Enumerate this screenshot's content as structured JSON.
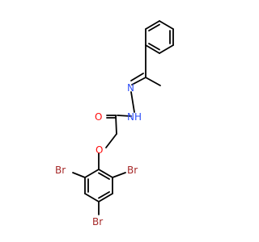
{
  "atoms": {
    "O_carbonyl": {
      "label": "O",
      "color": "#ff0d0d"
    },
    "NH": {
      "label": "NH",
      "color": "#3050f8"
    },
    "N_imine": {
      "label": "N",
      "color": "#3050f8"
    },
    "O_ether": {
      "label": "O",
      "color": "#ff0d0d"
    },
    "Br_left": {
      "label": "Br",
      "color": "#a62929"
    },
    "Br_right": {
      "label": "Br",
      "color": "#a62929"
    },
    "Br_bottom": {
      "label": "Br",
      "color": "#a62929"
    }
  },
  "colors": {
    "bond": "#000000",
    "background": "#ffffff"
  }
}
